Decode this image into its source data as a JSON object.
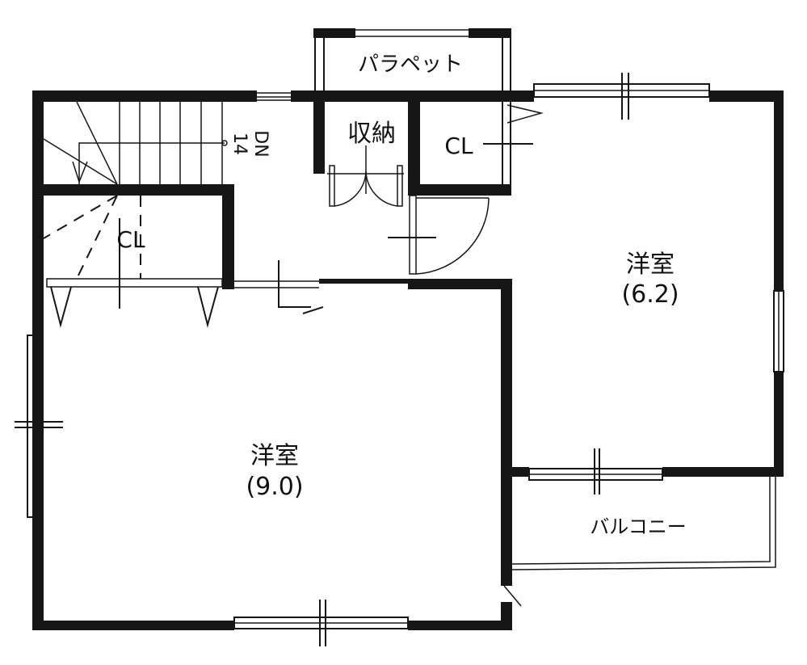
{
  "labels": {
    "parapet": "パラペット",
    "storage": "収納",
    "closet_top": "CL",
    "closet_stair": "CL",
    "stair_count": "14",
    "stair_direction": "DN",
    "room_east": "洋室",
    "room_east_size": "(6.2)",
    "room_main": "洋室",
    "room_main_size": "(9.0)",
    "balcony": "バルコニー"
  },
  "colors": {
    "wall": "#161616",
    "background": "#ffffff"
  }
}
